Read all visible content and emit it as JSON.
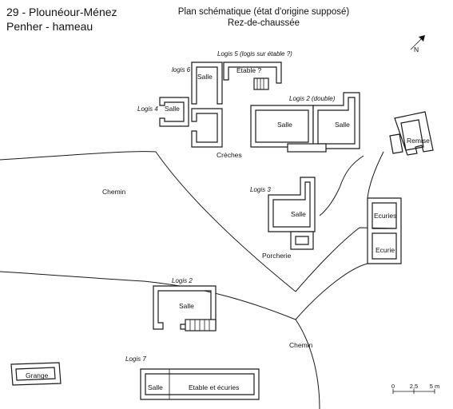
{
  "header": {
    "location": "29 - Plounéour-Ménez",
    "hamlet": "Penher - hameau",
    "plan_title": "Plan schématique (état d'origine supposé)",
    "plan_level": "Rez-de-chaussée"
  },
  "north_label": "N",
  "buildings": {
    "logis5_title": "Logis 5 (logis sur étable ?)",
    "logis5_room": "Etable ?",
    "logis6_title": "logis 6",
    "logis6_room": "Salle",
    "logis4_title": "Logis 4",
    "logis4_room": "Salle",
    "logis2_double_title": "Logis 2 (double)",
    "logis2_double_room_a": "Salle",
    "logis2_double_room_b": "Salle",
    "creches": "Crèches",
    "remise": "Remise",
    "logis3_title": "Logis 3",
    "logis3_room": "Salle",
    "porcherie": "Porcherie",
    "ecuries": "Ecuries",
    "ecurie": "Ecurie",
    "logis2_title": "Logis 2",
    "logis2_room": "Salle",
    "grange": "Grange",
    "logis7_title": "Logis 7",
    "logis7_room": "Salle",
    "etable_ecuries": "Etable et écuries"
  },
  "roads": {
    "chemin_west": "Chemin",
    "chemin_south": "Chemin"
  },
  "scale": {
    "tick0": "0",
    "tick1": "2,5",
    "tick2": "5 m"
  }
}
